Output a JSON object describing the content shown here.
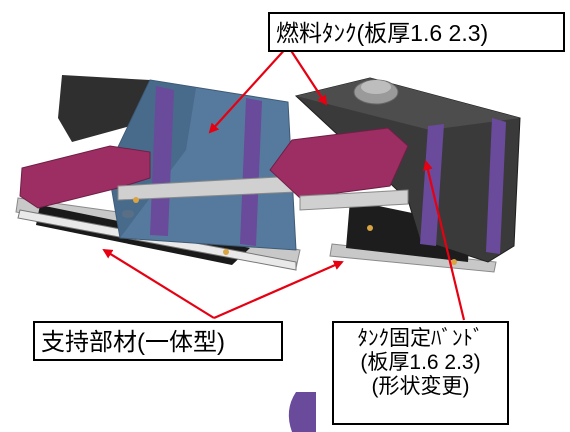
{
  "labels": {
    "fuel_tank": "燃料ﾀﾝｸ(板厚1.6 2.3)",
    "support_member": "支持部材(一体型)",
    "tank_band_line1": "ﾀﾝｸ固定ﾊﾞﾝﾄﾞ",
    "tank_band_line2": "(板厚1.6 2.3)",
    "tank_band_line3": "(形状変更)"
  },
  "colors": {
    "leader_arrow": "#e60012",
    "tank_band": "#6a4a9a",
    "support_member": "#9c2e63",
    "left_tank": "#4f7394",
    "right_tank": "#3b3b3b"
  }
}
